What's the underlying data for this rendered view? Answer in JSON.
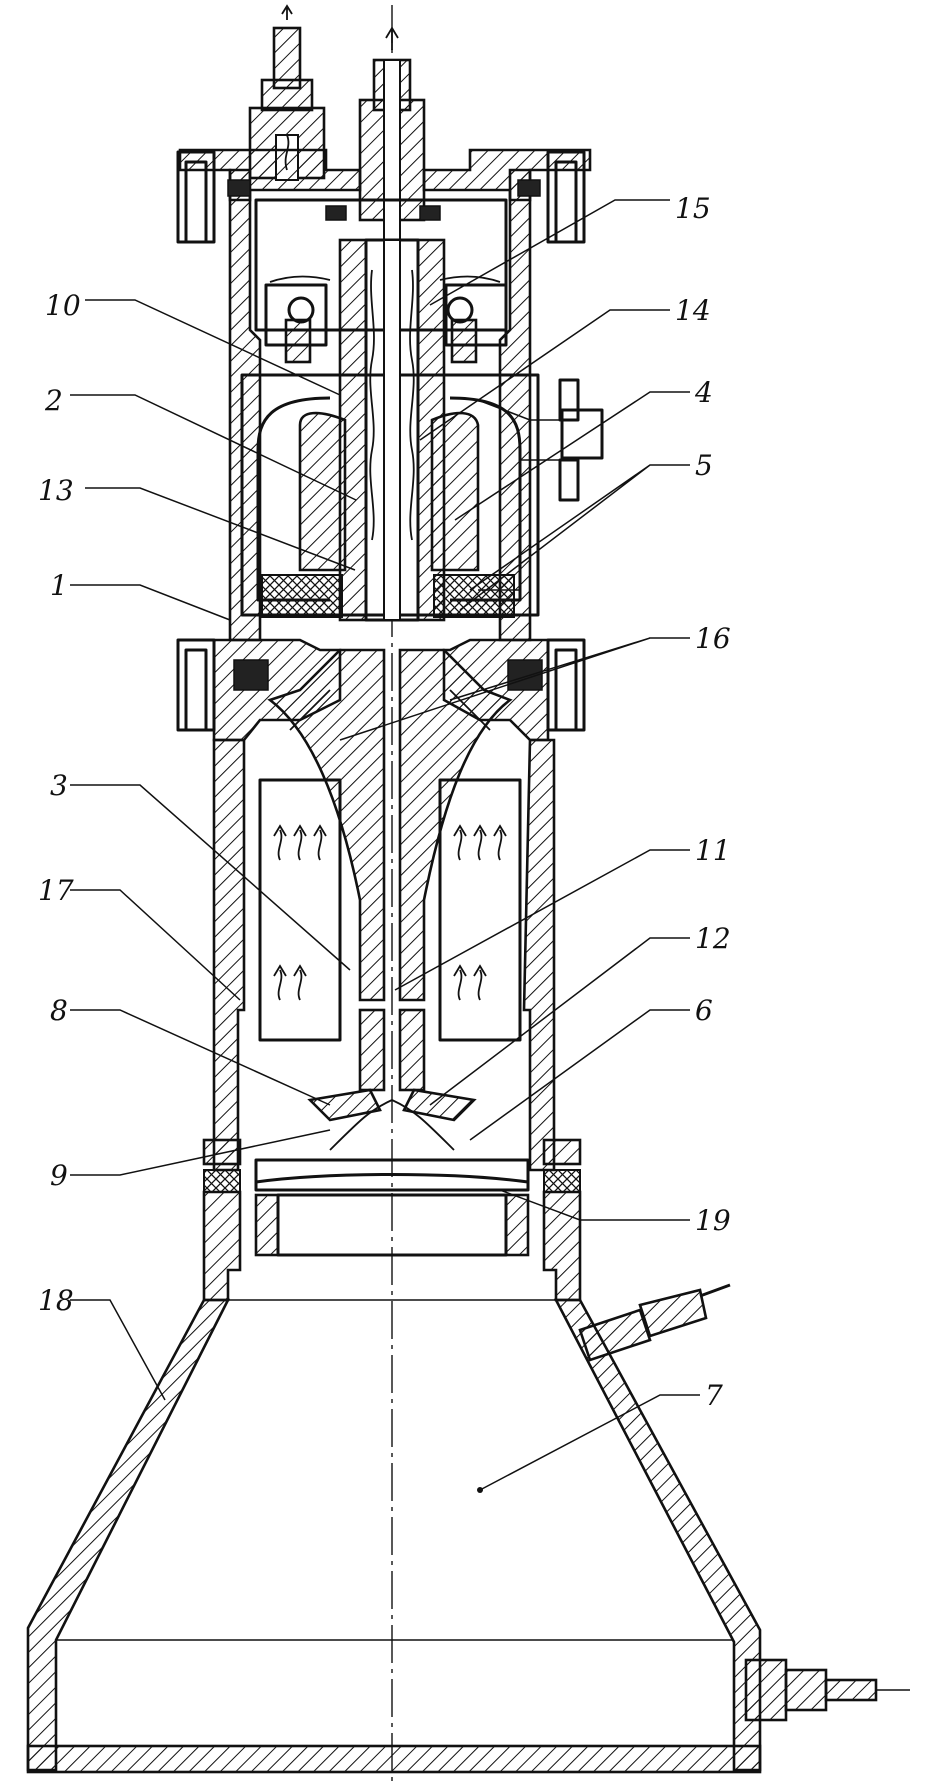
{
  "labels": {
    "l1": "1",
    "l2": "2",
    "l3": "3",
    "l4": "4",
    "l5": "5",
    "l6": "6",
    "l7": "7",
    "l8": "8",
    "l9": "9",
    "l10": "10",
    "l11": "11",
    "l12": "12",
    "l13": "13",
    "l14": "14",
    "l15": "15",
    "l16": "16",
    "l17": "17",
    "l18": "18",
    "l19": "19"
  },
  "colors": {
    "line": "#111111",
    "paper": "#ffffff",
    "seal": "#222222"
  }
}
